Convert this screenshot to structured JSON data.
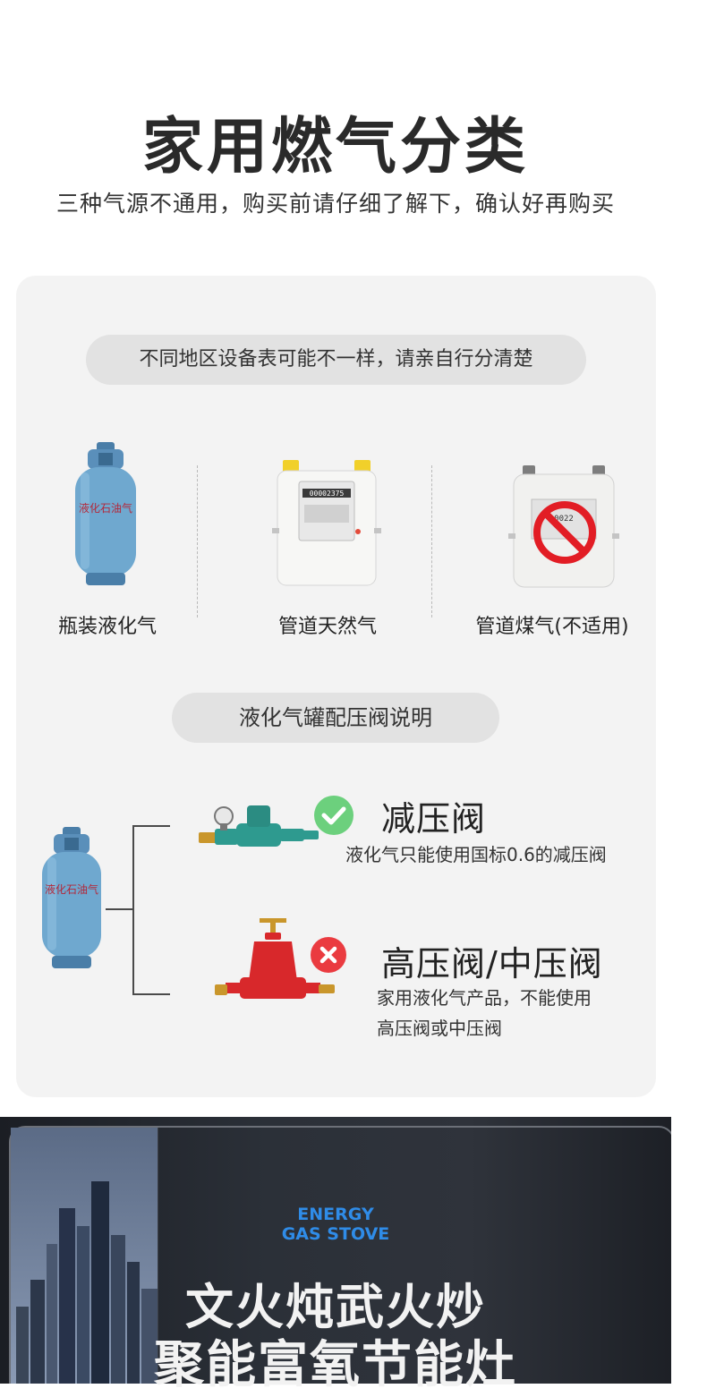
{
  "header": {
    "title": "家用燃气分类",
    "subtitle": "三种气源不通用，购买前请仔细了解下，确认好再购买"
  },
  "card": {
    "note_pill": "不同地区设备表可能不一样，请亲自行分清楚",
    "gas_types": [
      {
        "label": "瓶装液化气",
        "tank_text": "液化石油气"
      },
      {
        "label": "管道天然气",
        "meter_digits": "00002375"
      },
      {
        "label": "管道煤气(不适用)",
        "meter_digits": "0022"
      }
    ],
    "valve_pill": "液化气罐配压阀说明",
    "valves": [
      {
        "title": "减压阀",
        "desc_lines": [
          "液化气只能使用国标0.6的减压阀"
        ],
        "status": "ok",
        "color": "#6cd07d"
      },
      {
        "title": "高压阀/中压阀",
        "desc_lines": [
          "家用液化气产品，不能使用",
          "高压阀或中压阀"
        ],
        "status": "no",
        "color": "#ea3b40"
      }
    ]
  },
  "banner": {
    "en_line1": "ENERGY",
    "en_line2": "GAS STOVE",
    "title_line1": "文火炖武火炒",
    "title_line2": "聚能富氧节能灶"
  },
  "colors": {
    "accent_blue": "#2f8ce8",
    "tank_blue": "#6fa8cf",
    "valve_green": "#2e9a8f",
    "valve_red": "#d8282b"
  }
}
